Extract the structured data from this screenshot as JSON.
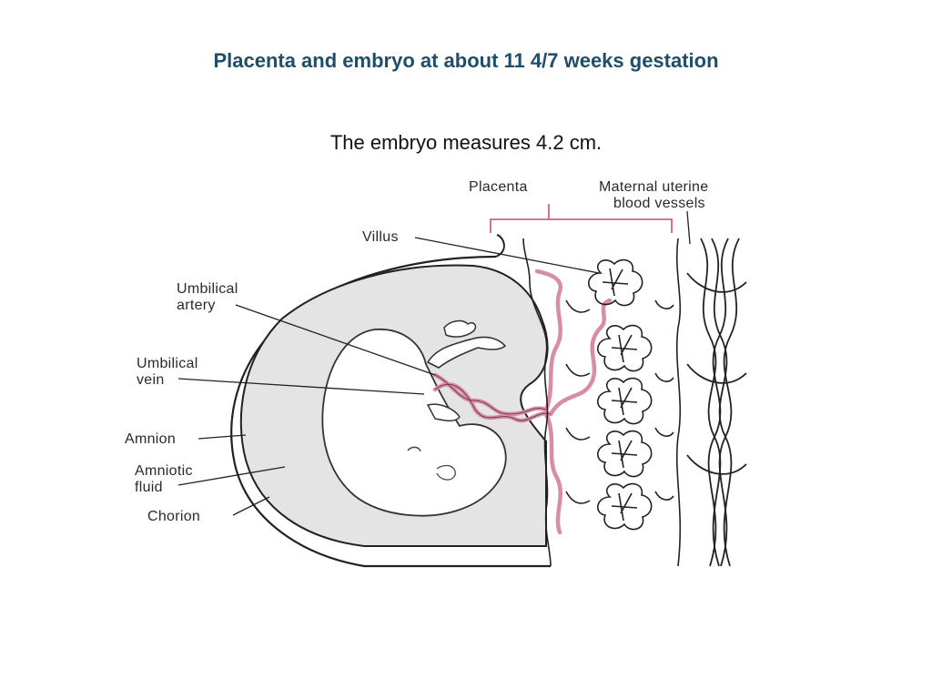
{
  "slide": {
    "title": "Placenta and embryo at about 11 4/7 weeks gestation",
    "subtitle": "The embryo measures 4.2 cm."
  },
  "diagram": {
    "labels": {
      "placenta": "Placenta",
      "maternal_line1": "Maternal uterine",
      "maternal_line2": "blood vessels",
      "villus": "Villus",
      "umbilical_artery_line1": "Umbilical",
      "umbilical_artery_line2": "artery",
      "umbilical_vein_line1": "Umbilical",
      "umbilical_vein_line2": "vein",
      "amnion": "Amnion",
      "amniotic_fluid_line1": "Amniotic",
      "amniotic_fluid_line2": "fluid",
      "chorion": "Chorion"
    },
    "colors": {
      "title": "#1f4e6b",
      "cord": "#d98ca6",
      "bracket": "#d45f8d",
      "fluid": "#e4e4e4",
      "outline": "#222222"
    }
  }
}
